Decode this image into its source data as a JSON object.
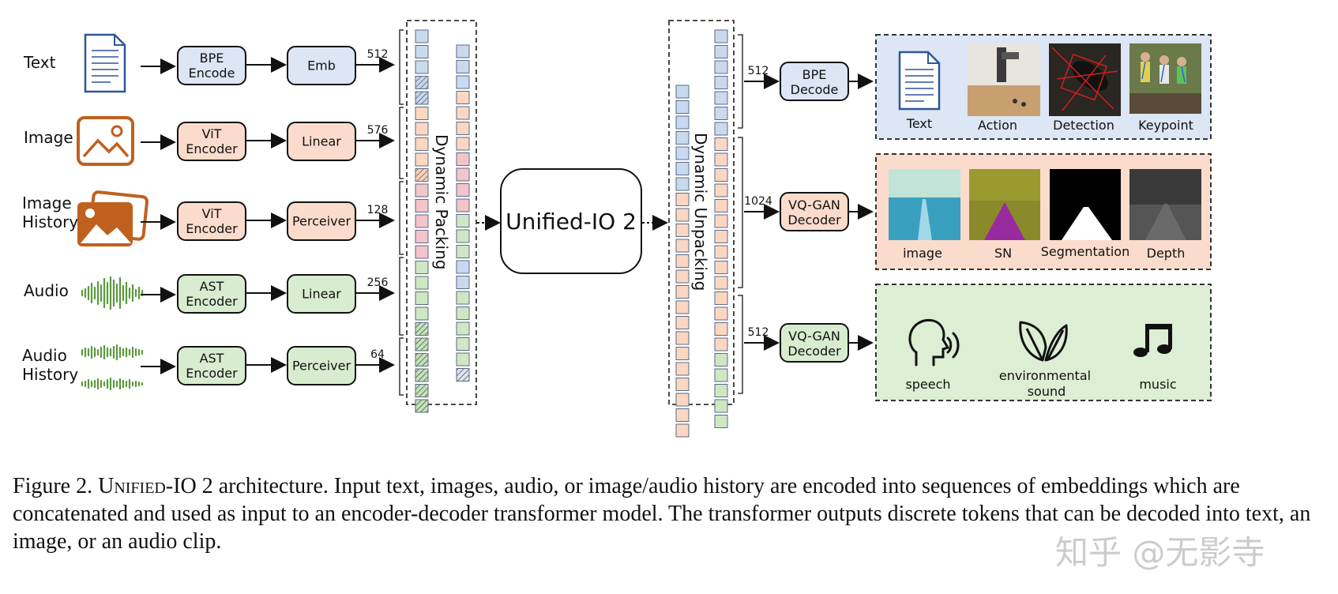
{
  "inputs": [
    {
      "label": "Text",
      "encoder": "BPE\nEncode",
      "proc": "Emb",
      "tokens": "512"
    },
    {
      "label": "Image",
      "encoder": "ViT\nEncoder",
      "proc": "Linear",
      "tokens": "576"
    },
    {
      "label": "Image\nHistory",
      "encoder": "ViT\nEncoder",
      "proc": "Perceiver",
      "tokens": "128"
    },
    {
      "label": "Audio",
      "encoder": "AST\nEncoder",
      "proc": "Linear",
      "tokens": "256"
    },
    {
      "label": "Audio\nHistory",
      "encoder": "AST\nEncoder",
      "proc": "Perceiver",
      "tokens": "64"
    }
  ],
  "packing_label": "Dynamic Packing",
  "model_label": "Unified-IO 2",
  "unpacking_label": "Dynamic Unpacking",
  "decoders": [
    {
      "tokens": "512",
      "decoder": "BPE\nDecode"
    },
    {
      "tokens": "1024",
      "decoder": "VQ-GAN\nDecoder"
    },
    {
      "tokens": "512",
      "decoder": "VQ-GAN\nDecoder"
    }
  ],
  "outputs": {
    "text_panel": [
      "Text",
      "Action",
      "Detection",
      "Keypoint"
    ],
    "image_panel": [
      "image",
      "SN",
      "Segmentation",
      "Depth"
    ],
    "audio_panel": [
      "speech",
      "environmental\nsound",
      "music"
    ]
  },
  "colors": {
    "text": "#dce6f4",
    "image": "#fbdccc",
    "history": "#f3c6cc",
    "audio": "#d8ecd0",
    "border": "#2b2b2b",
    "orange_icon": "#c0601e",
    "green_icon": "#5a9a3c"
  },
  "caption": {
    "prefix": "Figure 2. ",
    "name": "Unified-IO 2",
    "body": " architecture. Input text, images, audio, or image/audio history are encoded into sequences of embeddings which are concatenated and used as input to an encoder-decoder transformer model. The transformer outputs discrete tokens that can be decoded into text, an image, or an audio clip."
  },
  "watermark": "知乎 @无影寺"
}
